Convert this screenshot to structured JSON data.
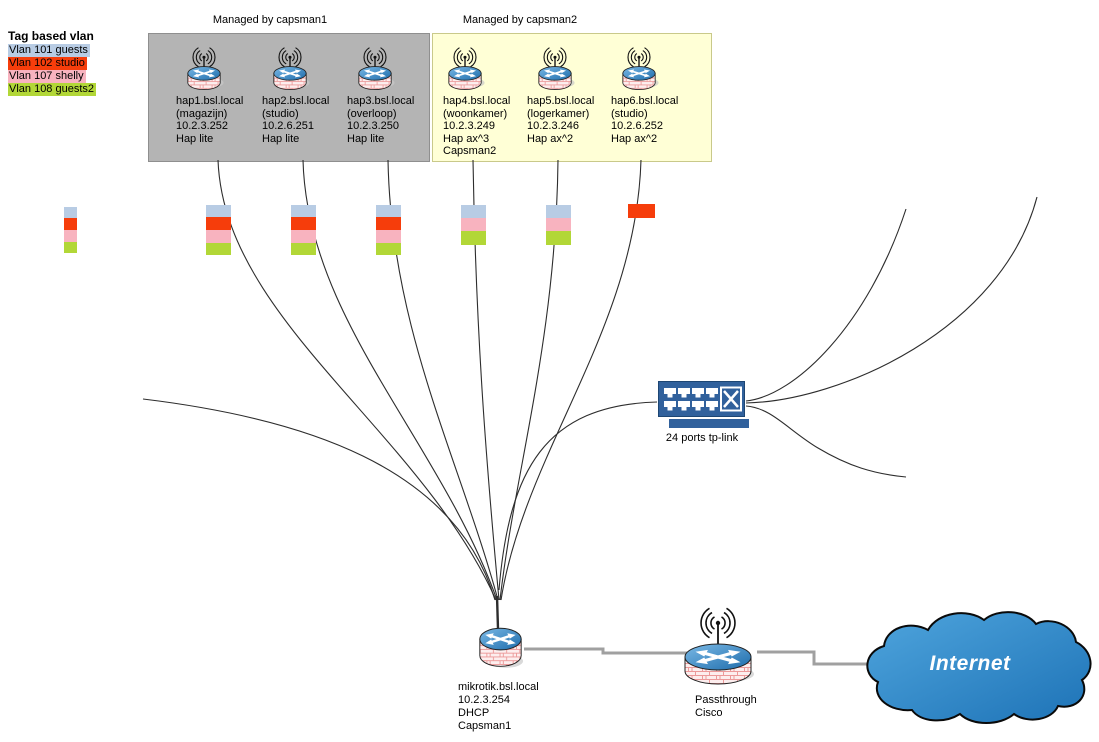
{
  "legend": {
    "title": "Tag based vlan",
    "items": [
      {
        "label": "Vlan 101 guests",
        "color": "#b8cce4"
      },
      {
        "label": "Vlan 102 studio",
        "color": "#f63d0b"
      },
      {
        "label": "Vlan 107 shelly",
        "color": "#f8b3bf"
      },
      {
        "label": "Vlan 108 guests2",
        "color": "#b2d737"
      }
    ]
  },
  "groups": [
    {
      "label": "Managed by capsman1"
    },
    {
      "label": "Managed by capsman2"
    }
  ],
  "aps": [
    {
      "name": "hap1.bsl.local",
      "location": "(magazijn)",
      "ip": "10.2.3.252",
      "model": "Hap lite",
      "extra": ""
    },
    {
      "name": "hap2.bsl.local",
      "location": "(studio)",
      "ip": "10.2.6.251",
      "model": "Hap lite",
      "extra": ""
    },
    {
      "name": "hap3.bsl.local",
      "location": "(overloop)",
      "ip": "10.2.3.250",
      "model": "Hap lite",
      "extra": ""
    },
    {
      "name": "hap4.bsl.local",
      "location": "(woonkamer)",
      "ip": "10.2.3.249",
      "model": "Hap ax^3",
      "extra": "Capsman2"
    },
    {
      "name": "hap5.bsl.local",
      "location": "(logerkamer)",
      "ip": "10.2.3.246",
      "model": "Hap ax^2",
      "extra": ""
    },
    {
      "name": "hap6.bsl.local",
      "location": "(studio)",
      "ip": "10.2.6.252",
      "model": "Hap ax^2",
      "extra": ""
    }
  ],
  "switch": {
    "label": "24 ports tp-link"
  },
  "router": {
    "name": "mikrotik.bsl.local",
    "ip": "10.2.3.254",
    "service": "DHCP",
    "role": "Capsman1"
  },
  "passthrough": {
    "line1": "Passthrough",
    "line2": "Cisco"
  },
  "internet": {
    "label": "Internet"
  },
  "colors": {
    "groupbox_capsman1": "#b4b4b4",
    "groupbox_capsman2": "#ffffd6",
    "switch_blue": "#31619c",
    "device_top_blue": "#3d8ec9",
    "cloud_blue": "#2e86c6",
    "gray_link": "#a0a0a0"
  }
}
